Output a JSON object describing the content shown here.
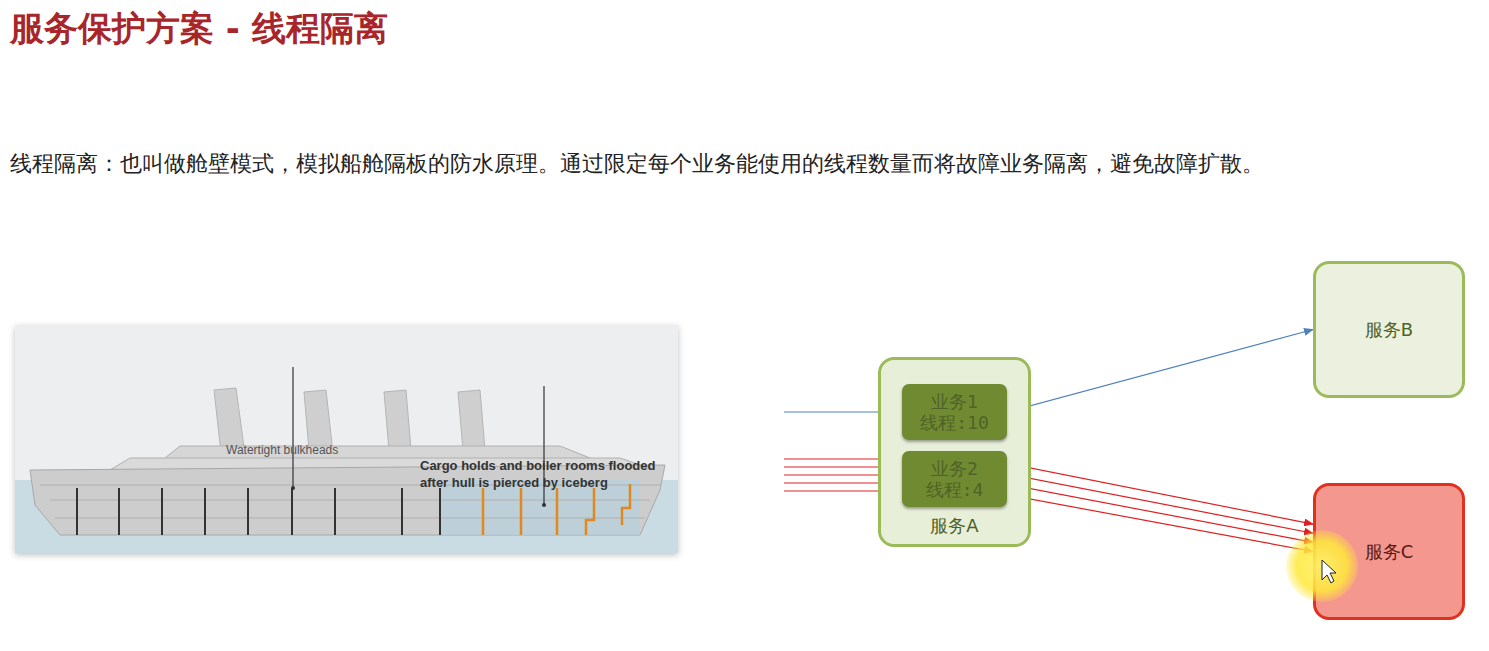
{
  "diagram": {
    "title": "服务保护方案 - 线程隔离",
    "nodes": [
      {
        "text": [
          "服务A"
        ]
      },
      {
        "text": [
          "业务1 线程:10"
        ],
        "in": 0
      },
      {
        "text": [
          "业务2 线程:4"
        ],
        "in": 0
      },
      {
        "text": [
          "服务B"
        ]
      },
      {
        "text": [
          "服务C"
        ]
      }
    ],
    "edges": [
      {
        "from": 1,
        "to": 3,
        "arrow": "to"
      },
      {
        "from": 2,
        "to": 4,
        "arrow": "to"
      },
      {
        "from": 2,
        "to": 4,
        "arrow": "to"
      },
      {
        "from": 2,
        "to": 4,
        "arrow": "to"
      },
      {
        "from": 2,
        "to": 4,
        "arrow": "to"
      }
    ],
    "labels": [
      "线程隔离：也叫做舱壁模式，模拟船舱隔板的防水原理。通过限定每个业务能使用的线程数量而将故障业务隔离，避免故障扩散。",
      "Watertight bulkheads",
      "Cargo holds and boiler rooms flooded after hull is pierced by iceberg"
    ]
  }
}
